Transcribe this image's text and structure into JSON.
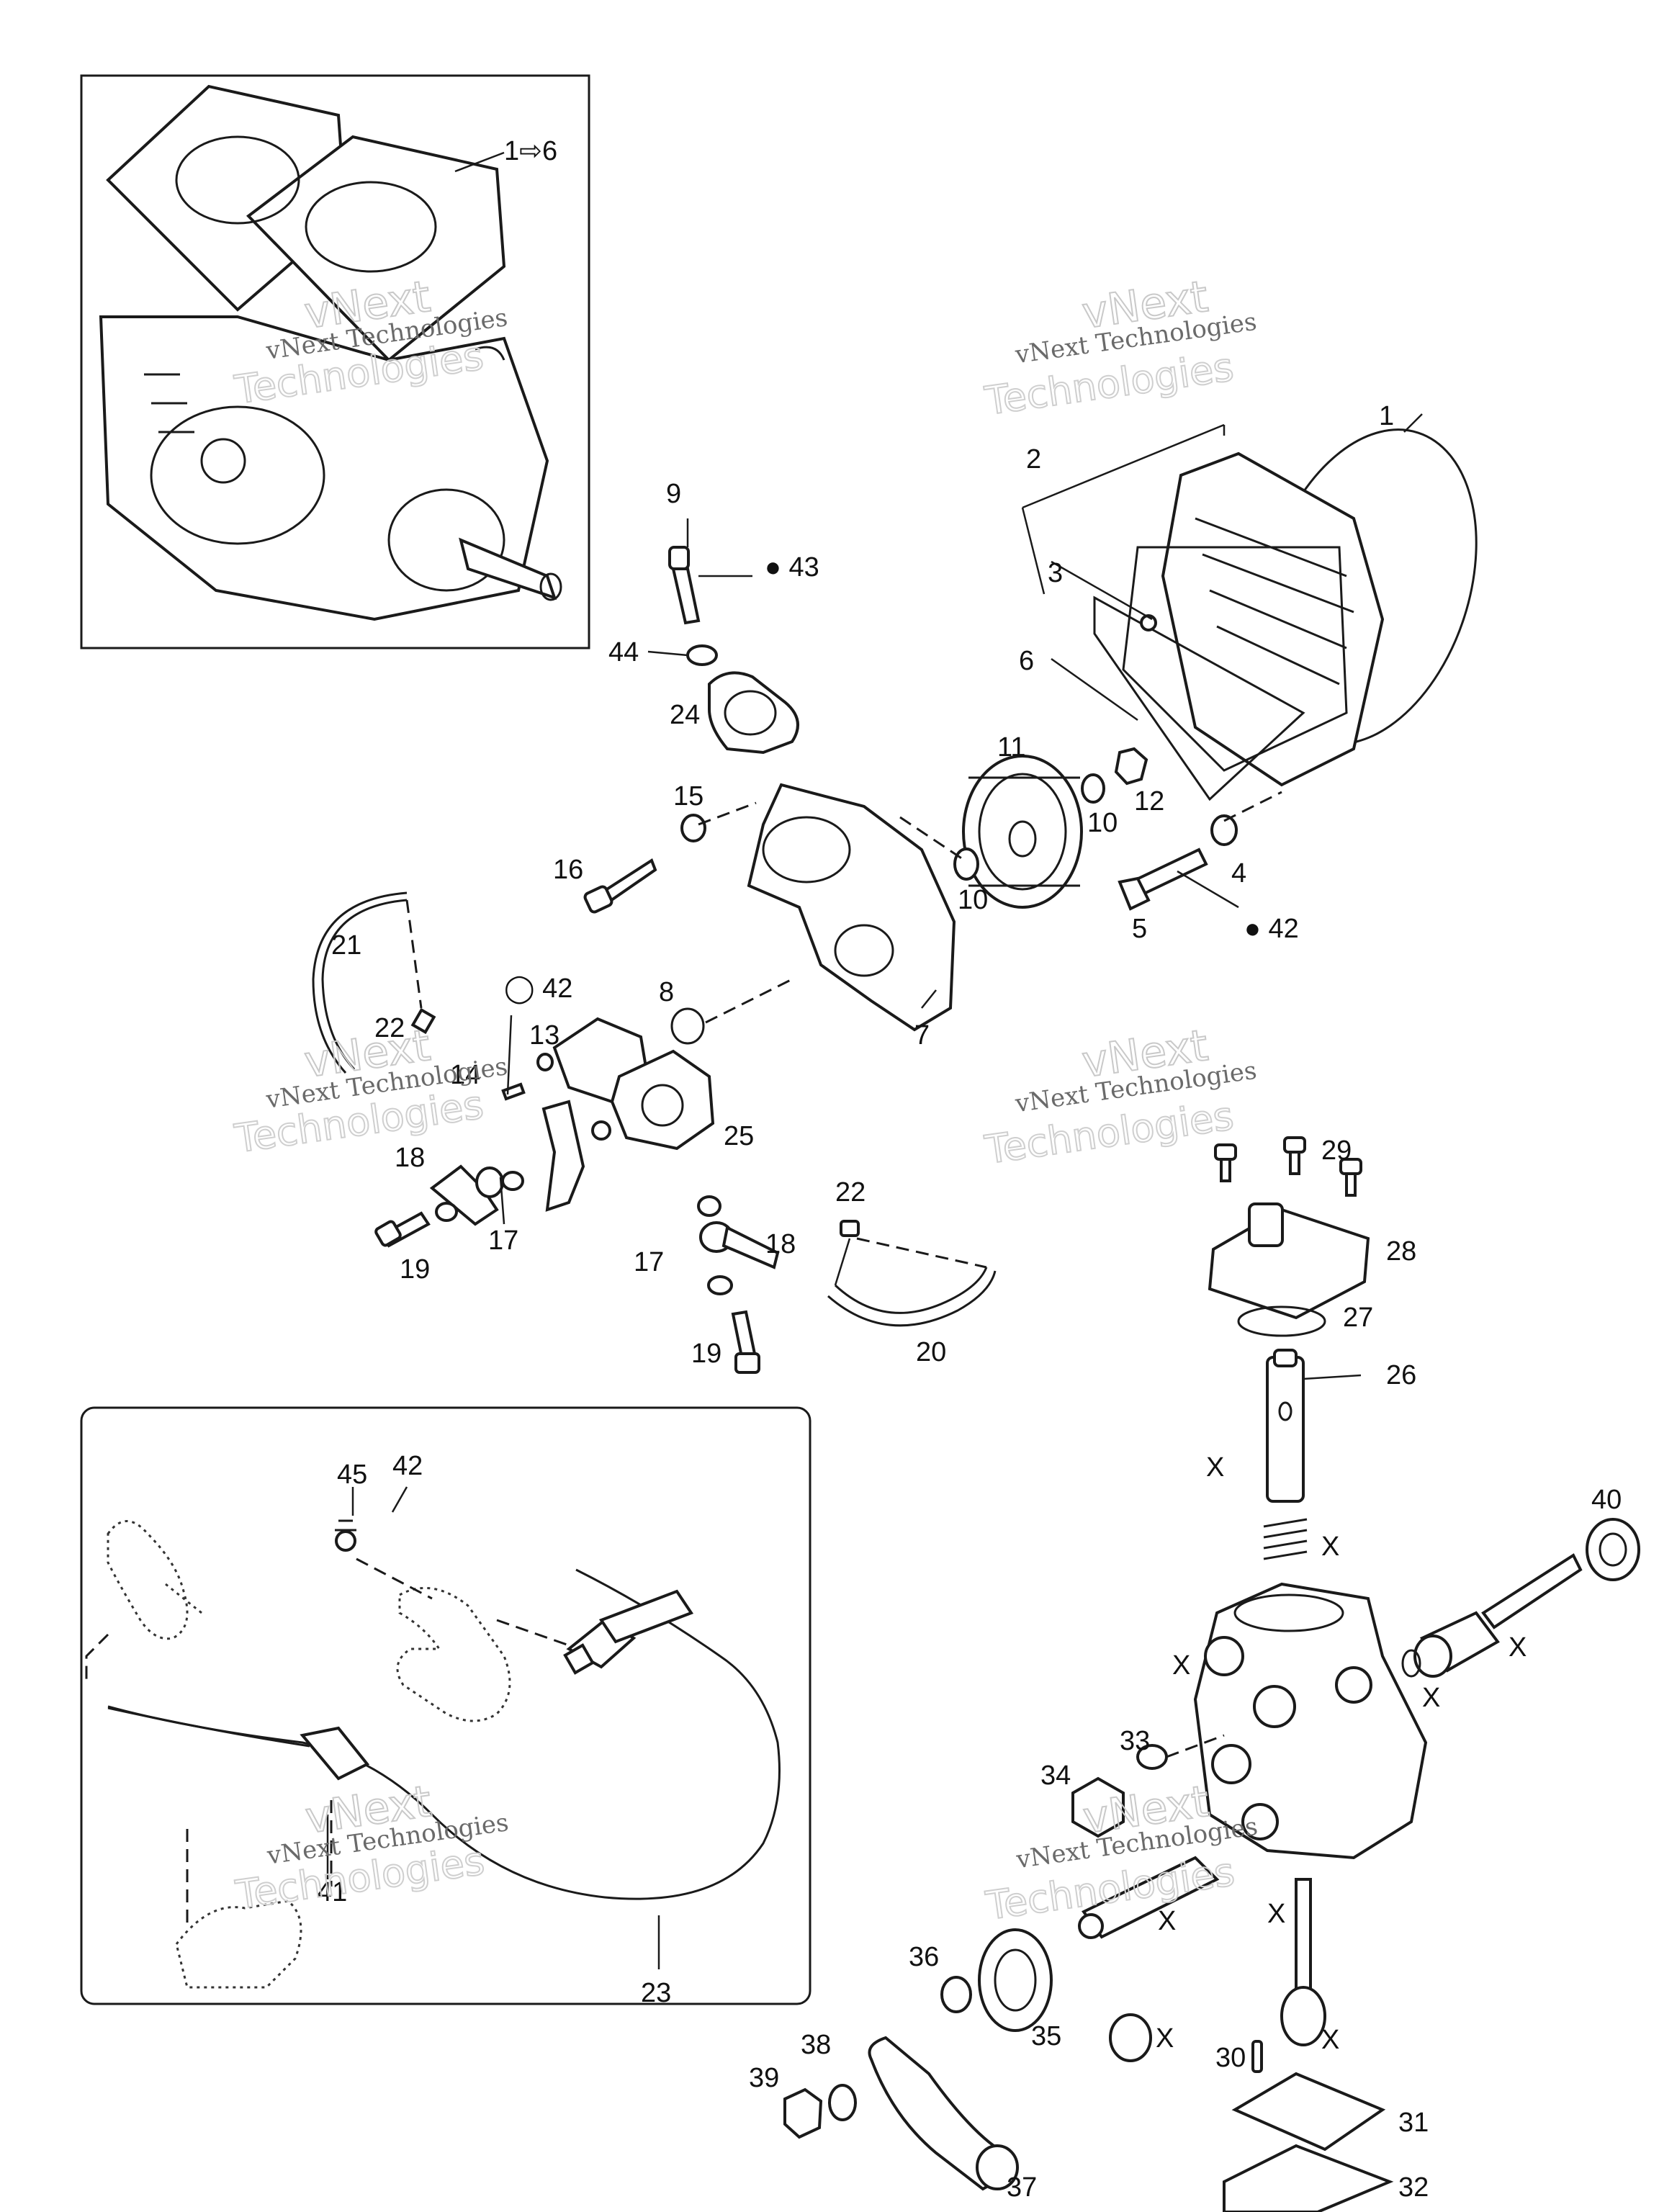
{
  "watermark": {
    "line1": "vNext Technologies",
    "line2": "vNext",
    "line3": "Technologies"
  },
  "engine_label": "1⇨6",
  "parts": {
    "p1": "1",
    "p2": "2",
    "p3": "3",
    "p4": "4",
    "p5": "5",
    "p6": "6",
    "p7": "7",
    "p8": "8",
    "p9": "9",
    "p10a": "10",
    "p10b": "10",
    "p11": "11",
    "p12": "12",
    "p13": "13",
    "p14": "14",
    "p15": "15",
    "p16": "16",
    "p17a": "17",
    "p17b": "17",
    "p18a": "18",
    "p18b": "18",
    "p19a": "19",
    "p19b": "19",
    "p20": "20",
    "p21": "21",
    "p22a": "22",
    "p22b": "22",
    "p23": "23",
    "p24": "24",
    "p25": "25",
    "p26": "26",
    "p27": "27",
    "p28": "28",
    "p29": "29",
    "p30": "30",
    "p31": "31",
    "p32": "32",
    "p33": "33",
    "p34": "34",
    "p35": "35",
    "p36": "36",
    "p37": "37",
    "p38": "38",
    "p39": "39",
    "p40": "40",
    "p41": "41",
    "p42a": "42",
    "p42b": "42",
    "p42c": "42",
    "p43": "43",
    "p44": "44",
    "p45": "45"
  },
  "x_marker": "X"
}
